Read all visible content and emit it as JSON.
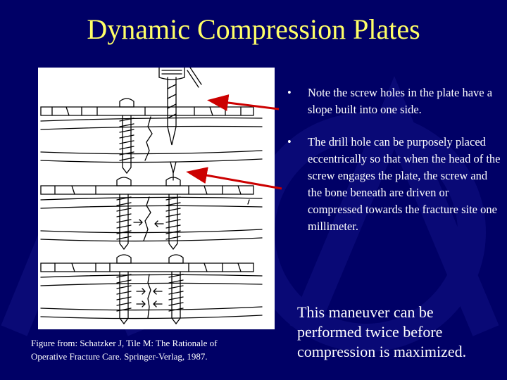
{
  "slide": {
    "title": "Dynamic Compression Plates",
    "bullets": [
      {
        "marker": "•",
        "text": "Note the screw holes in the plate have a slope built into one side."
      },
      {
        "marker": "•",
        "text": "The drill hole can be purposely placed eccentrically so that when the head of the screw engages the plate, the screw and the bone beneath are driven or compressed towards the fracture site one millimeter."
      }
    ],
    "conclusion": "This maneuver can be performed twice before compression is maximized.",
    "figure_caption": "Figure from: Schatzker J, Tile M:  The Rationale of Operative Fracture Care.  Springer-Verlag, 1987."
  },
  "colors": {
    "background": "#000066",
    "title": "#ffff66",
    "body_text": "#ffffff",
    "arrow": "#cc0000",
    "figure_background": "#ffffff",
    "line_art": "#000000"
  }
}
